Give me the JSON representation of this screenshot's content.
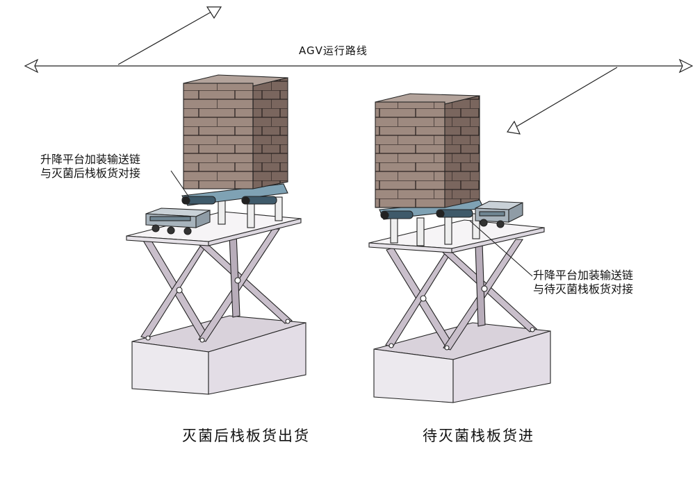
{
  "route": {
    "label": "AGV运行路线"
  },
  "left_station": {
    "annotation_line1": "升降平台加装输送链",
    "annotation_line2": "与灭菌后栈板货对接",
    "caption": "灭菌后栈板货出货"
  },
  "right_station": {
    "annotation_line1": "升降平台加装输送链",
    "annotation_line2": "与待灭菌栈板货对接",
    "caption": "待灭菌栈板货进"
  },
  "colors": {
    "box_front": "#9e8a80",
    "box_side": "#7a665e",
    "box_top": "#b3a39b",
    "platform": "#f6f4f6",
    "scissor": "#c9bfcb",
    "base_front": "#ece9ee",
    "base_top": "#d9d2db",
    "roller": "#3f5a6a",
    "agv_body": "#a7b3bc",
    "line": "#222222"
  }
}
